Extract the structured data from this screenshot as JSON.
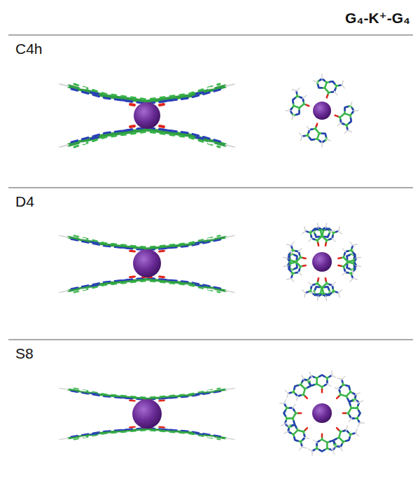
{
  "diagram": {
    "title": "G₄-K⁺-G₄",
    "labels": [
      "C4h",
      "D4",
      "S8"
    ]
  }
}
